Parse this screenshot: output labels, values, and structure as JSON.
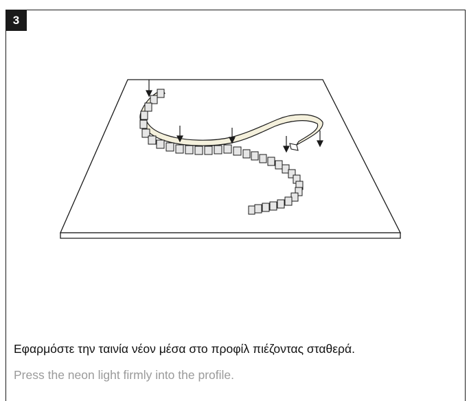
{
  "step": {
    "number": "3"
  },
  "instruction": {
    "greek": "Εφαρμόστε την ταινία νέον μέσα στο προφίλ πιέζοντας σταθερά.",
    "english": "Press the neon light firmly into the profile."
  },
  "colors": {
    "frame": "#1a1a1a",
    "neon_strip": "#f4f0dc",
    "clip_fill": "#e6e6e6",
    "caption_secondary": "#9a9a9a"
  }
}
